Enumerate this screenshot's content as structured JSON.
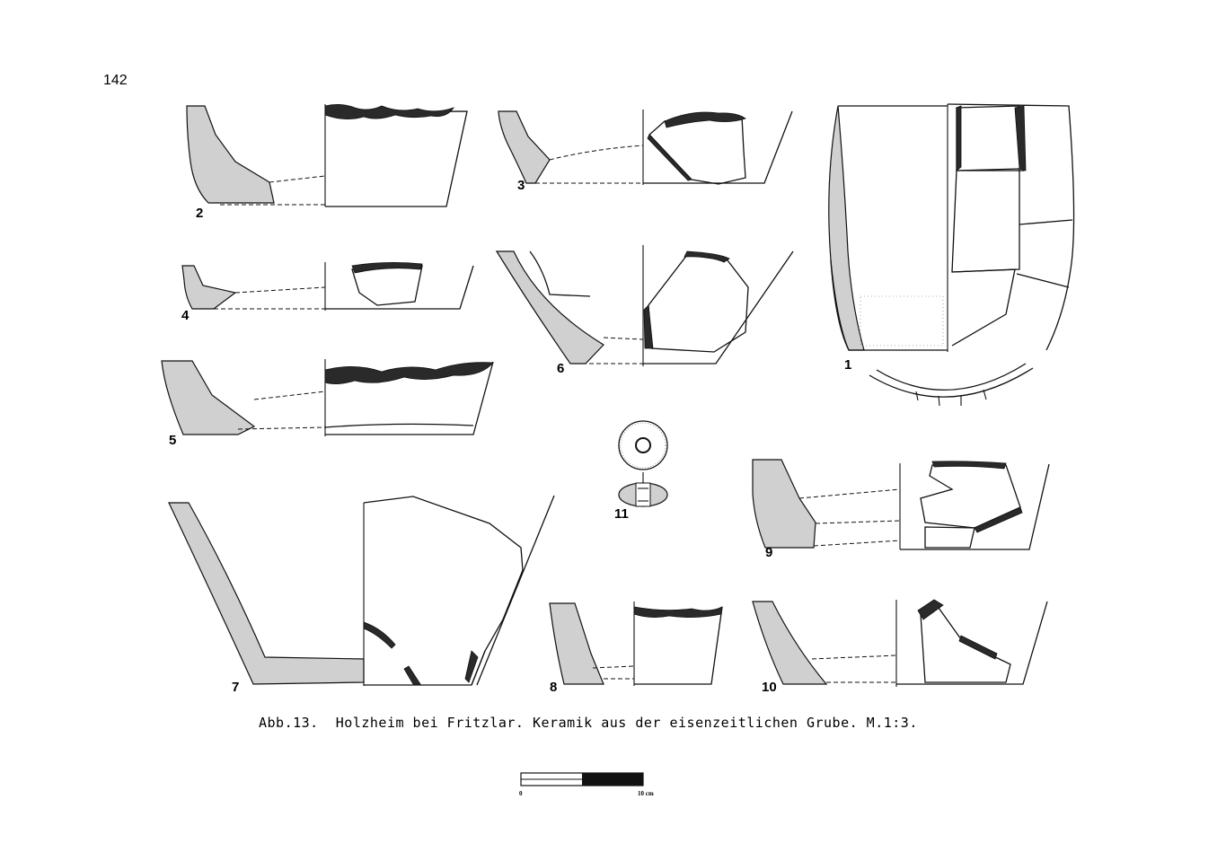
{
  "page_number": "142",
  "caption": "Abb.13.  Holzheim bei Fritzlar. Keramik aus der eisenzeitlichen Grube. M.1:3.",
  "figure_numbers": {
    "f1": "1",
    "f2": "2",
    "f3": "3",
    "f4": "4",
    "f5": "5",
    "f6": "6",
    "f7": "7",
    "f8": "8",
    "f9": "9",
    "f10": "10",
    "f11": "11"
  },
  "scale_bar": {
    "start_label": "0",
    "end_label": "10 cm"
  }
}
